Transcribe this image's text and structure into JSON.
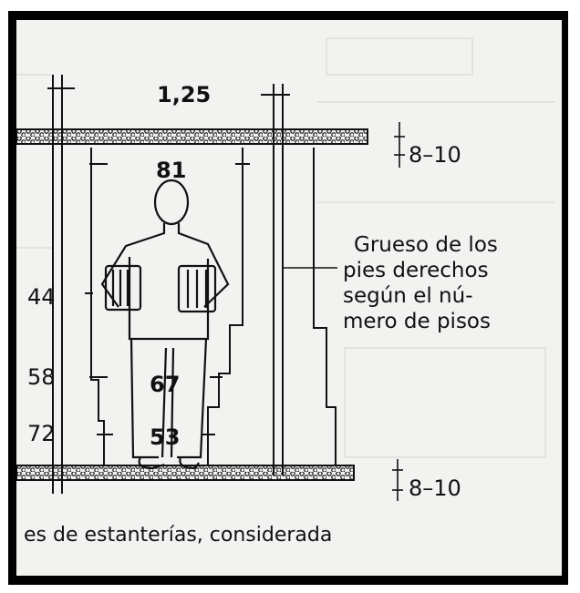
{
  "dimensions": {
    "top_width": "1,25",
    "inner_width": "81",
    "thickness_top": "8–10",
    "thickness_bottom": "8–10",
    "left_44": "44",
    "left_58": "58",
    "left_72": "72",
    "hip_width": "67",
    "feet_width": "53"
  },
  "annotation": {
    "line1": "Grueso de los",
    "line2": "pies derechos",
    "line3": "según el nú-",
    "line4": "mero de pisos"
  },
  "caption": "es de estanterías, considerada",
  "colors": {
    "frame": "#000000",
    "paper": "#f2f2f0",
    "ink": "#111111"
  }
}
